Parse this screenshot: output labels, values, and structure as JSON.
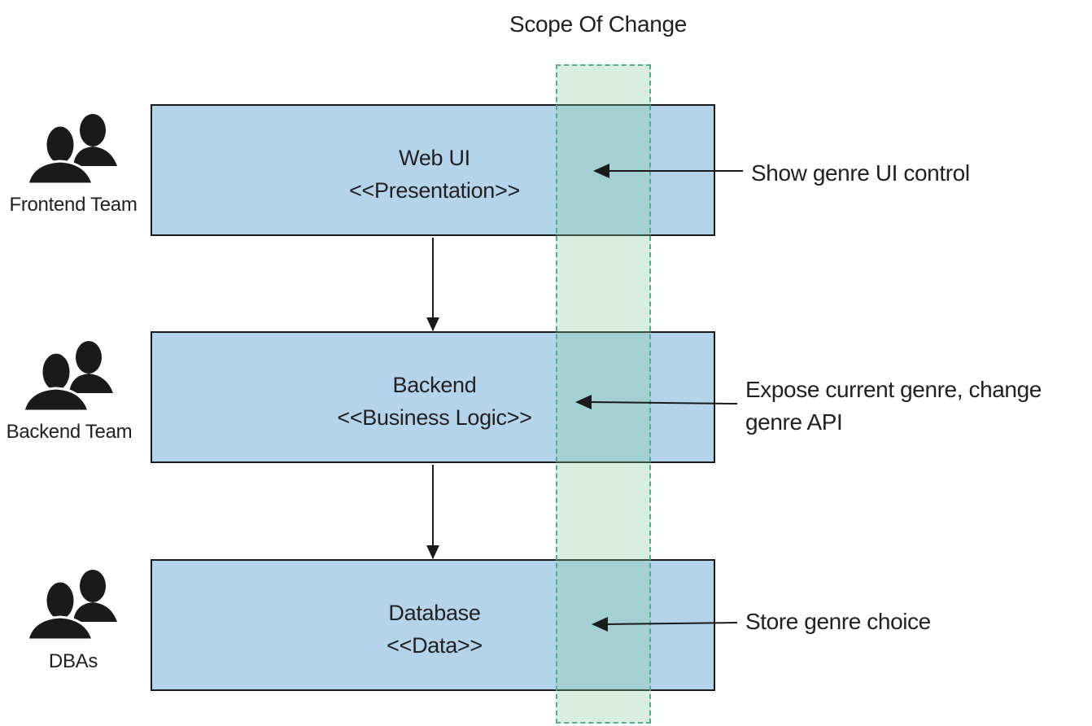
{
  "scope": {
    "title": "Scope Of Change"
  },
  "layers": [
    {
      "name": "Web UI",
      "stereotype": "<<Presentation>>"
    },
    {
      "name": "Backend",
      "stereotype": "<<Business Logic>>"
    },
    {
      "name": "Database",
      "stereotype": "<<Data>>"
    }
  ],
  "teams": [
    {
      "label": "Frontend Team",
      "icon": "people-icon"
    },
    {
      "label": "Backend Team",
      "icon": "people-icon"
    },
    {
      "label": "DBAs",
      "icon": "people-icon"
    }
  ],
  "notes": [
    {
      "lines": [
        "Show genre UI control"
      ]
    },
    {
      "lines": [
        "Expose current genre, change",
        "genre API"
      ]
    },
    {
      "lines": [
        "Store genre choice"
      ]
    }
  ],
  "colors": {
    "layer_fill": "#b3d4ea",
    "scope_fill": "#d6eddf",
    "scope_border": "#4fae90"
  }
}
